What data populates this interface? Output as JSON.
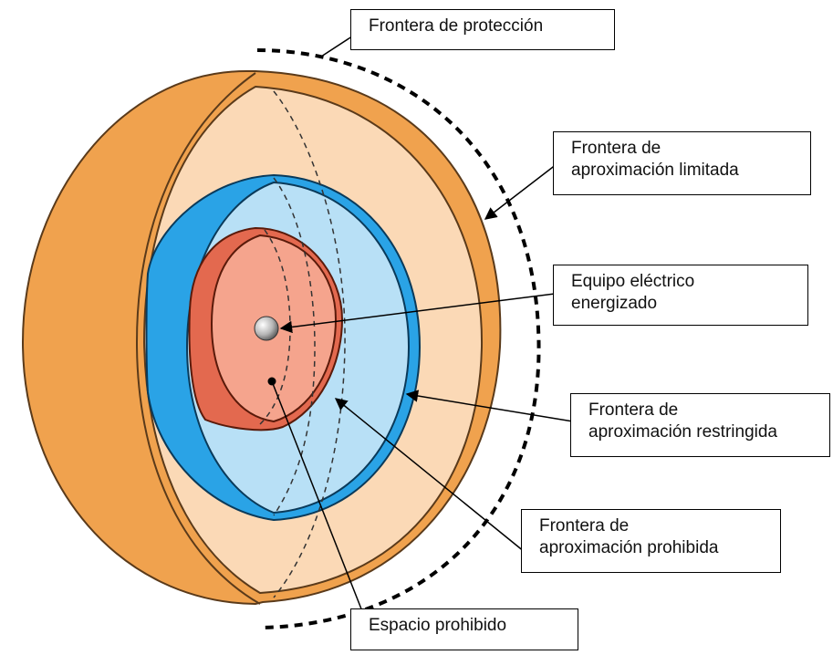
{
  "diagram": {
    "colors": {
      "outer_shell": "#f0a24e",
      "outer_interior": "#fbd9b6",
      "blue_shell": "#2aa3e6",
      "blue_interior": "#b8e0f6",
      "red_shell": "#e3694f",
      "red_interior": "#f5a48d",
      "core": "#a8a8a8"
    },
    "labels": {
      "proteccion": [
        "Frontera de protección"
      ],
      "limitada": [
        "Frontera de",
        "aproximación limitada"
      ],
      "equipo": [
        "Equipo eléctrico",
        "energizado"
      ],
      "restringida": [
        "Frontera de",
        "aproximación restringida"
      ],
      "prohibida": [
        "Frontera de",
        "aproximación prohibida"
      ],
      "espacio": [
        "Espacio prohibido"
      ]
    }
  }
}
